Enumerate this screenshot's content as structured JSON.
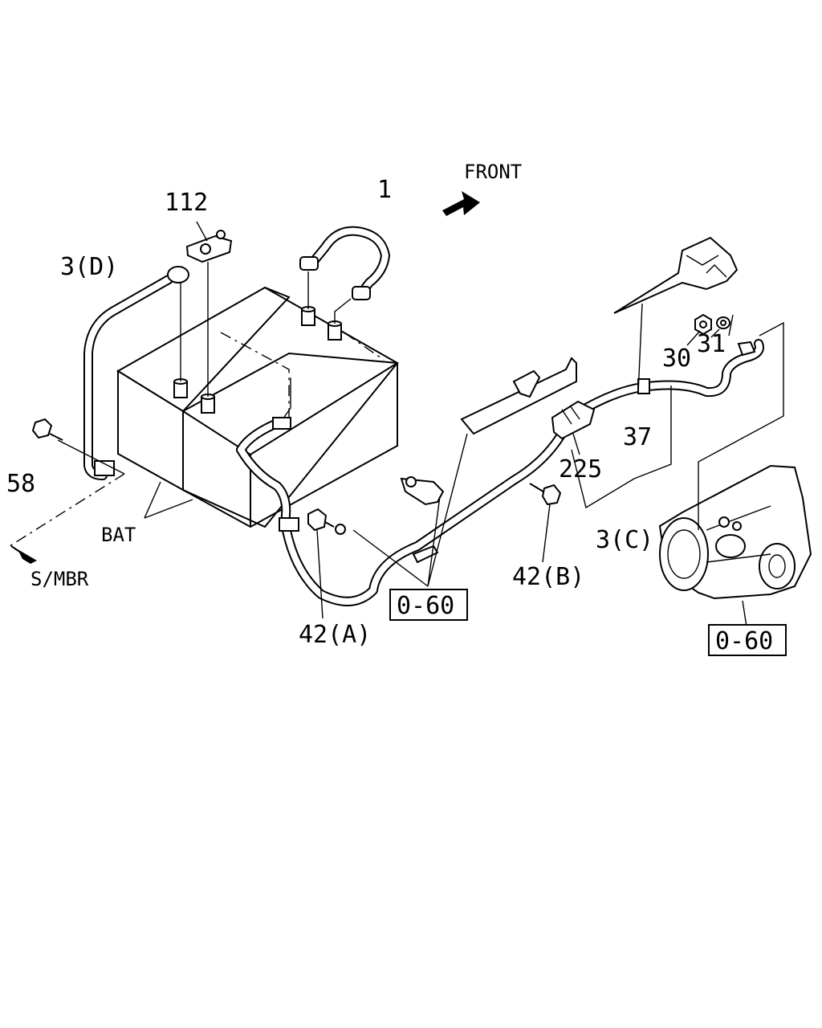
{
  "front_label": "FRONT",
  "callouts": {
    "c1": "1",
    "c112": "112",
    "c3d": "3(D)",
    "c58": "58",
    "bat": "BAT",
    "smbr": "S/MBR",
    "c42a": "42(A)",
    "c0_60_left": "0-60",
    "c42b": "42(B)",
    "c225": "225",
    "c37": "37",
    "c3c": "3(C)",
    "c30": "30",
    "c31": "31",
    "c0_60_right": "0-60"
  },
  "icons": {
    "front_arrow": "front-arrow-icon",
    "smbr_arrow": "arrow-down-left-icon"
  }
}
